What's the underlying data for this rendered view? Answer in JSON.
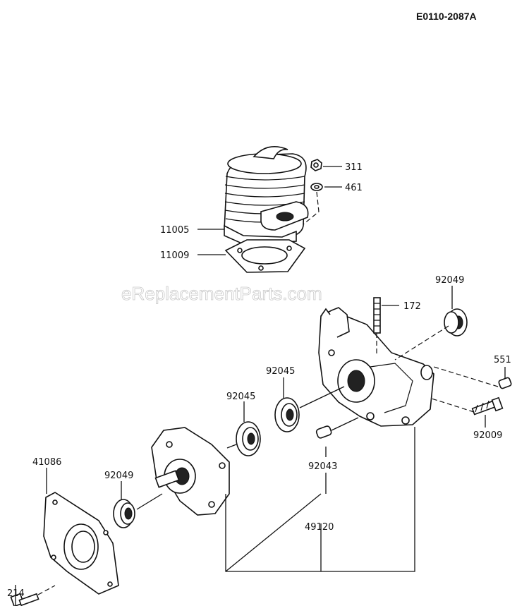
{
  "diagram_code": "E0110-2087A",
  "watermark": "eReplacementParts.com",
  "labels": {
    "p311": "311",
    "p461": "461",
    "p11005": "11005",
    "p11009": "11009",
    "p172": "172",
    "p92049_top": "92049",
    "p551": "551",
    "p92009": "92009",
    "p92045_a": "92045",
    "p92045_b": "92045",
    "p92043": "92043",
    "p41086": "41086",
    "p92049_left": "92049",
    "p49120": "49120",
    "p214": "214"
  }
}
